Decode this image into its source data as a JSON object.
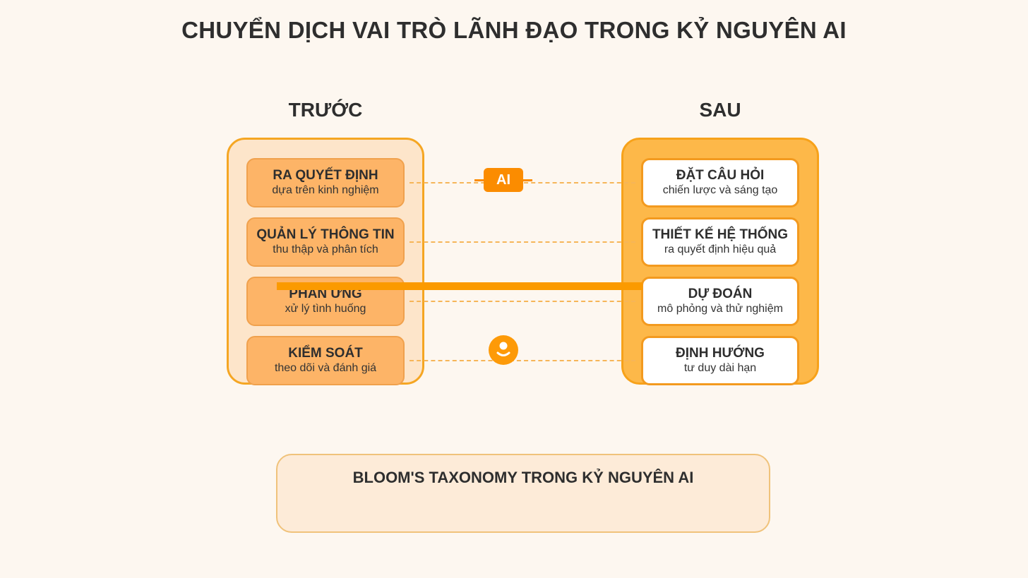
{
  "title": "CHUYỂN DỊCH VAI TRÒ LÃNH ĐẠO TRONG KỶ NGUYÊN AI",
  "before": {
    "heading": "TRƯỚC",
    "items": [
      {
        "main": "RA QUYẾT ĐỊNH",
        "sub": "dựa trên kinh nghiệm"
      },
      {
        "main": "QUẢN LÝ THÔNG TIN",
        "sub": "thu thập và phân tích"
      },
      {
        "main": "PHẢN ỨNG",
        "sub": "xử lý tình huống"
      },
      {
        "main": "KIỂM SOÁT",
        "sub": "theo dõi và đánh giá"
      }
    ]
  },
  "after": {
    "heading": "SAU",
    "items": [
      {
        "main": "ĐẶT CÂU HỎI",
        "sub": "chiến lược và sáng tạo"
      },
      {
        "main": "THIẾT KẾ HỆ THỐNG",
        "sub": "ra quyết định hiệu quả"
      },
      {
        "main": "DỰ ĐOÁN",
        "sub": "mô phỏng và thử nghiệm"
      },
      {
        "main": "ĐỊNH HƯỚNG",
        "sub": "tư duy dài hạn"
      }
    ]
  },
  "ai_badge": "AI",
  "icons": {
    "person": "person-icon"
  },
  "colors": {
    "accent": "#fb8c00",
    "panel_after": "#fdb849",
    "panel_before": "#fde5ca",
    "background": "#fdf7f0"
  },
  "bloom": {
    "title": "BLOOM'S TAXONOMY TRONG KỶ NGUYÊN AI"
  }
}
